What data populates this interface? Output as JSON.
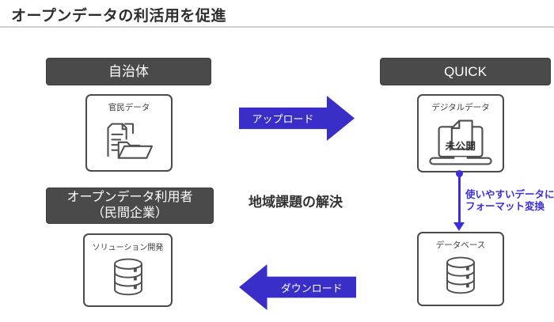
{
  "page": {
    "title": "オープンデータの利活用を促進"
  },
  "colors": {
    "accent_blue": "#3a2ec9",
    "accent_blue_bright": "#3c2ee0",
    "header_bg": "#4a4a4a",
    "box_border": "#4a4a4a",
    "divider": "#d0d0d0"
  },
  "left_column": {
    "top_header": "自治体",
    "top_box_label": "官民データ",
    "bottom_header_line1": "オープンデータ利用者",
    "bottom_header_line2": "（民間企業）",
    "bottom_box_label": "ソリューション開発"
  },
  "right_column": {
    "top_header": "QUICK",
    "top_box_label": "デジタルデータ",
    "top_box_status": "未公開",
    "bottom_box_label": "データベース",
    "convert_label_line1": "使いやすいデータに",
    "convert_label_line2": "フォーマット変換"
  },
  "flows": {
    "upload_label": "アップロード",
    "download_label": "ダウンロード",
    "center_text": "地域課題の解決"
  }
}
